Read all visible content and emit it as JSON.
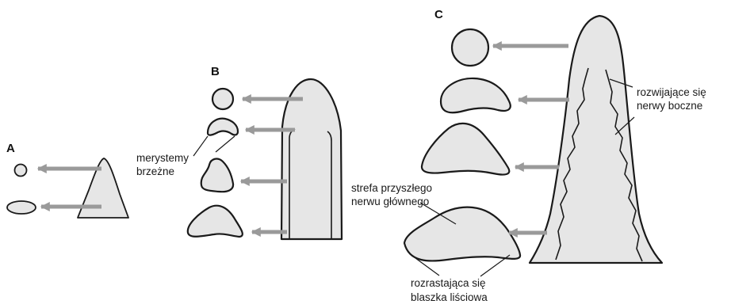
{
  "panels": {
    "a": "A",
    "b": "B",
    "c": "C"
  },
  "labels": {
    "meristems": [
      "merystemy",
      "brzeżne"
    ],
    "future_midrib": [
      "strefa przyszłego",
      "nerwu głównego"
    ],
    "lateral_veins": [
      "rozwijające się",
      "nerwy boczne"
    ],
    "growing_blade": [
      "rozrastająca się",
      "blaszka liściowa"
    ]
  },
  "colors": {
    "fill": "#e6e6e6",
    "outline": "#1a1a1a",
    "arrow": "#9a9a9a"
  }
}
